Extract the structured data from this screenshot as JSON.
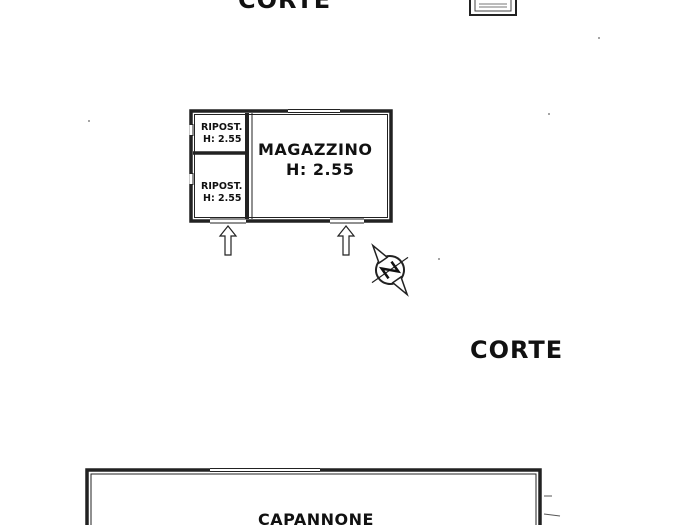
{
  "labels": {
    "corte_top": "CORTE",
    "corte_mid": "CORTE",
    "magazzino": "MAGAZZINO",
    "magazzino_h": "H: 2.55",
    "ripost_1": "RIPOST.",
    "ripost_1_h": "H: 2.55",
    "ripost_2": "RIPOST.",
    "ripost_2_h": "H: 2.55",
    "capannone": "CAPANNONE"
  },
  "icons": {
    "north_arrow": "north-arrow-icon",
    "entrance_arrow": "entrance-arrow-icon",
    "title_stamp": "stamp-icon"
  },
  "colors": {
    "wall": "#222222",
    "background": "#ffffff"
  }
}
